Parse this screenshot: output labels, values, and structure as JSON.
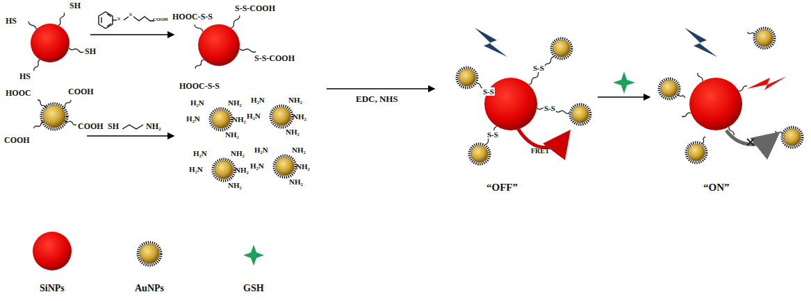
{
  "diagram": {
    "labels": [
      "HS",
      "SH",
      "SH",
      "HS",
      "COOH",
      "HOOC-S-S",
      "S-S-COOH",
      "S-S-COOH",
      "HOOC-S-S",
      "HOOC",
      "COOH",
      "COOH",
      "COOH",
      "SH",
      "NH₂",
      "H₂N",
      "NH₂",
      "H₂N",
      "NH₂",
      "NH₂",
      "H₂N",
      "NH₂",
      "H₂N",
      "NH₂",
      "NH₂",
      "H₂N",
      "NH₂",
      "H₂N",
      "NH₂",
      "NH₂",
      "H₂N",
      "NH₂",
      "H₂N",
      "NH₂",
      "NH₂",
      "EDC, NHS",
      "S-S",
      "S-S",
      "S-S",
      "S-S",
      "FRET",
      "“OFF”",
      "“ON”",
      "S",
      "S"
    ],
    "legend": [
      {
        "text": "SiNPs"
      },
      {
        "text": "AuNPs"
      },
      {
        "text": "GSH"
      }
    ]
  }
}
